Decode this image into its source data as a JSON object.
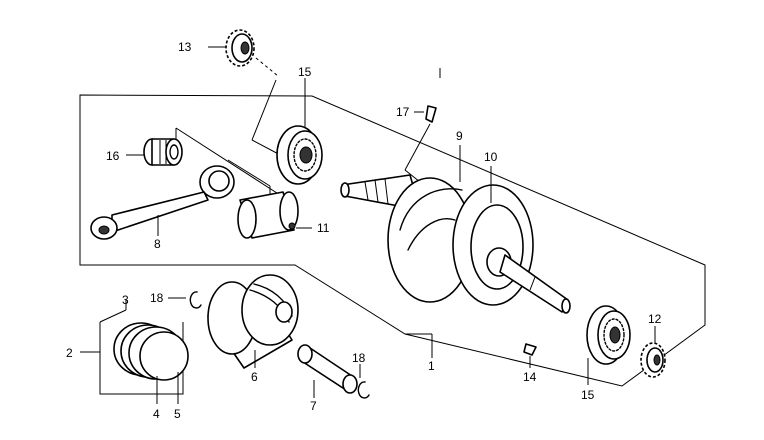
{
  "diagram": {
    "labels": {
      "p1": "1",
      "p2": "2",
      "p3": "3",
      "p4": "4",
      "p5": "5",
      "p6": "6",
      "p7": "7",
      "p8": "8",
      "p9": "9",
      "p10": "10",
      "p11": "11",
      "p12": "12",
      "p13": "13",
      "p14": "14",
      "p15a": "15",
      "p15b": "15",
      "p16": "16",
      "p17": "17",
      "p18a": "18",
      "p18b": "18"
    }
  }
}
